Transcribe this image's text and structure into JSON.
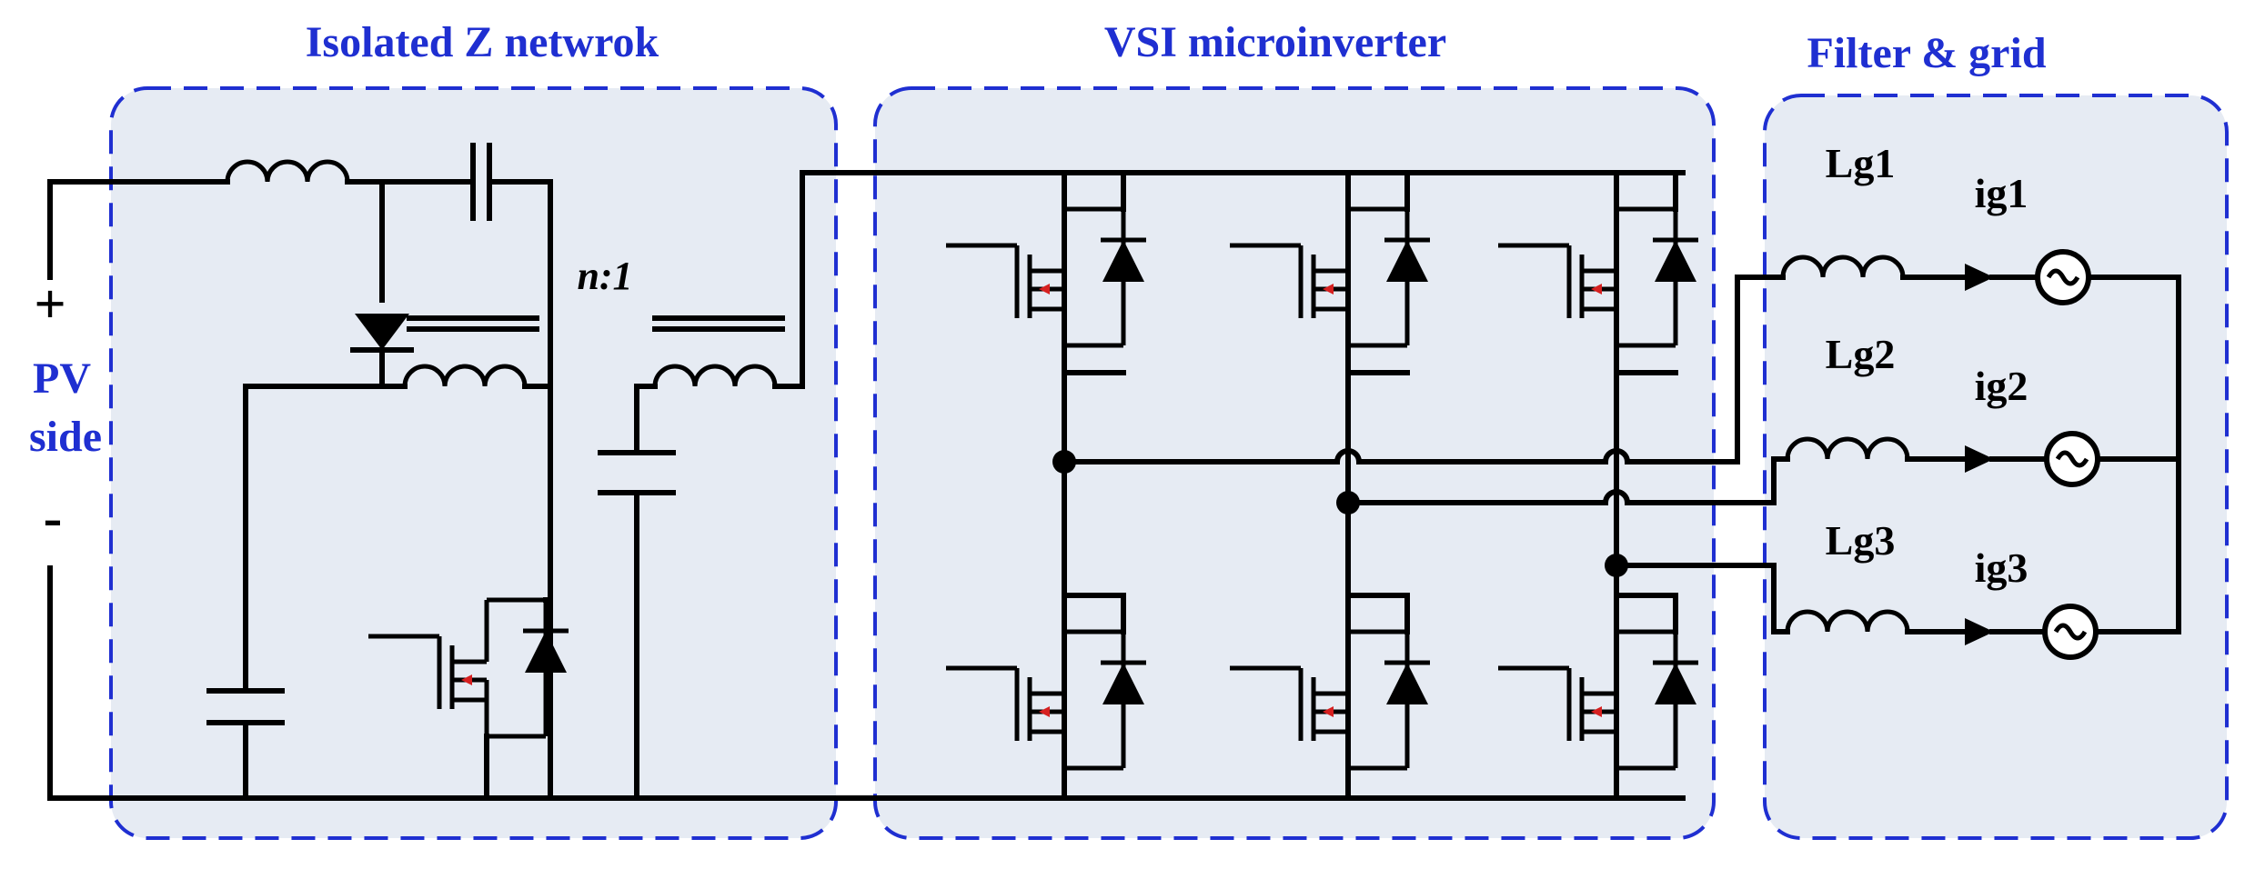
{
  "sections": {
    "z_network": "Isolated Z netwrok",
    "vsi": "VSI microinverter",
    "filter": "Filter & grid"
  },
  "pv": {
    "plus": "+",
    "minus": "-",
    "label_line1": "PV",
    "label_line2": "side"
  },
  "transformer_ratio": "n:1",
  "inductors": [
    "Lg1",
    "Lg2",
    "Lg3"
  ],
  "currents": [
    "ig1",
    "ig2",
    "ig3"
  ],
  "colors": {
    "title": "#1f2fd1",
    "box_border": "#1f2fd1",
    "box_fill": "#e6ebf3",
    "wire": "#000000"
  }
}
